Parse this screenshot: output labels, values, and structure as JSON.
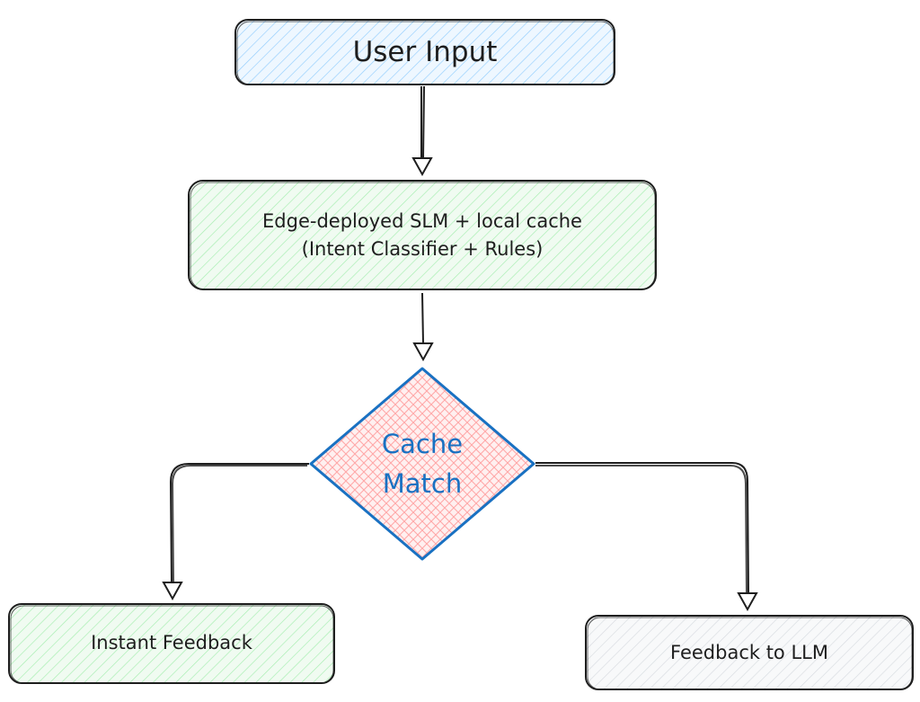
{
  "nodes": {
    "user_input": {
      "label": "User Input",
      "fill": "#a5d8ff"
    },
    "edge_slm": {
      "line1": "Edge-deployed SLM + local cache",
      "line2": "(Intent Classifier + Rules)",
      "fill": "#b2f2bb"
    },
    "cache_match": {
      "line1": "Cache",
      "line2": "Match",
      "fill": "#ffc9c9",
      "stroke": "#1971c2",
      "text_color": "#1971c2"
    },
    "instant_feedback": {
      "label": "Instant Feedback",
      "fill": "#b2f2bb"
    },
    "feedback_llm": {
      "label": "Feedback to LLM",
      "fill": "#e9ecef"
    }
  },
  "colors": {
    "stroke": "#1e1e1e"
  }
}
